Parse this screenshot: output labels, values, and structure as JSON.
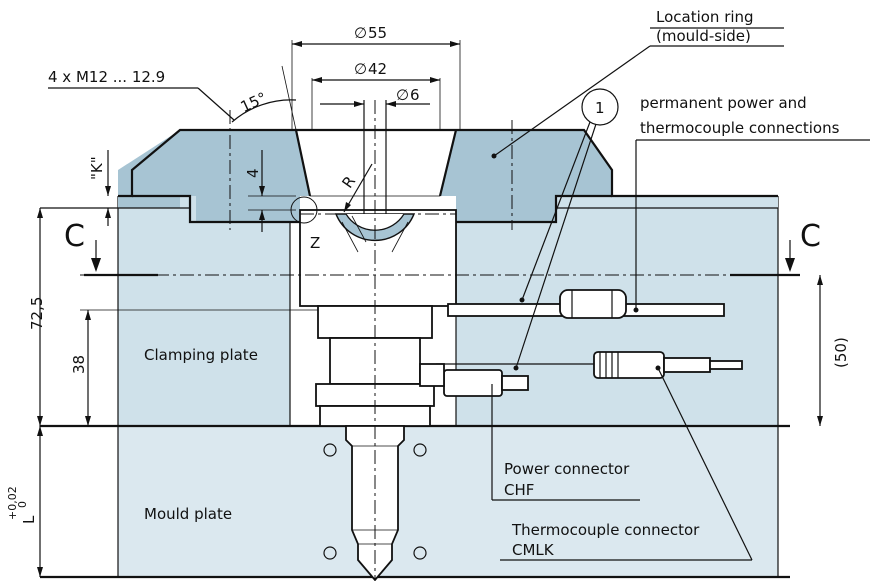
{
  "labels": {
    "location_ring": "Location ring",
    "location_ring_sub": "(mould-side)",
    "screws": "4 x M12 ... 12.9",
    "permanent_line1": "permanent power and",
    "permanent_line2": "thermocouple connections",
    "callout_1": "1",
    "clamping_plate": "Clamping plate",
    "mould_plate": "Mould plate",
    "power_connector": "Power connector",
    "power_connector_code": "CHF",
    "thermocouple_connector": "Thermocouple connector",
    "thermocouple_connector_code": "CMLK",
    "section_left": "C",
    "section_right": "C",
    "detail_z": "Z",
    "radius": "R"
  },
  "dimensions": {
    "d55": "55",
    "d42": "42",
    "d6": "6",
    "diameter_symbol": "∅",
    "angle": "15°",
    "depth": "4",
    "k": "\"K\"",
    "h725": "72,5",
    "h38": "38",
    "h50": "(50)",
    "l": "L",
    "tol_upper": "+0,02",
    "tol_lower": "0"
  },
  "colors": {
    "location_ring": "#a7c4d3",
    "clamping_plate": "#cfe1ea",
    "mould_plate": "#dbe8ef",
    "line": "#111111"
  }
}
